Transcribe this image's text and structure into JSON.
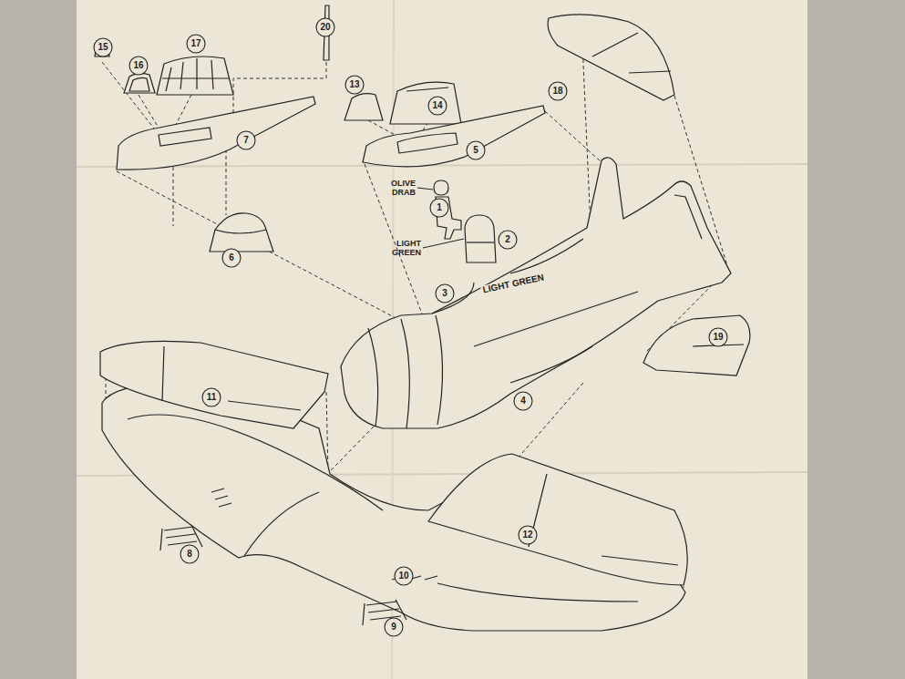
{
  "diagram": {
    "labels": [
      "15",
      "16",
      "17",
      "20",
      "18",
      "13",
      "14",
      "7",
      "5",
      "OLIVE DRAB",
      "1",
      "2",
      "LIGHT GREEN",
      "6",
      "3",
      "LIGHT GREEN",
      "19",
      "11",
      "4",
      "12",
      "10",
      "8",
      "9"
    ]
  }
}
